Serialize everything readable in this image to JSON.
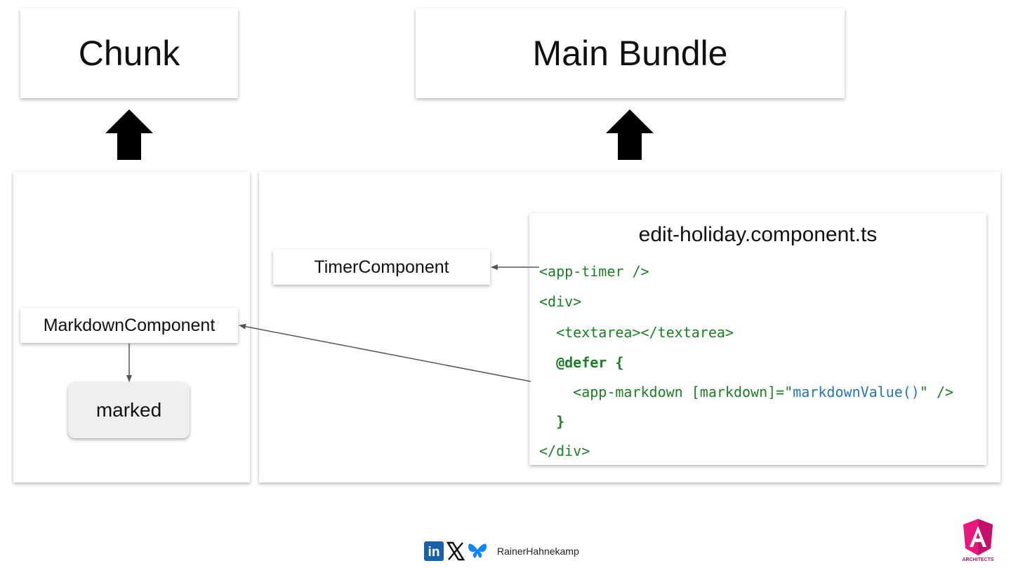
{
  "chunk": {
    "title": "Chunk",
    "components": [
      "MarkdownComponent"
    ],
    "dependency": "marked"
  },
  "main_bundle": {
    "title": "Main Bundle",
    "timer_component": "TimerComponent",
    "file": {
      "name": "edit-holiday.component.ts",
      "lines": {
        "l1": "<app-timer />",
        "l2": "<div>",
        "l3": "  <textarea></textarea>",
        "l4": "  @defer {",
        "l5_pre": "    <app-markdown [markdown]=\"",
        "l5_fn": "markdownValue()",
        "l5_post": "\" />",
        "l6": "  }",
        "l7": "</div>"
      }
    }
  },
  "colors": {
    "code": "#1a7f24",
    "code_call": "#1f78b4",
    "arrow": "#555555"
  },
  "footer": {
    "social_icons": [
      "linkedin-icon",
      "x-icon",
      "bluesky-icon"
    ],
    "linkedin_text": "in",
    "handle": "RainerHahnekamp",
    "brand_logo_text": "ARCHITECTS"
  }
}
